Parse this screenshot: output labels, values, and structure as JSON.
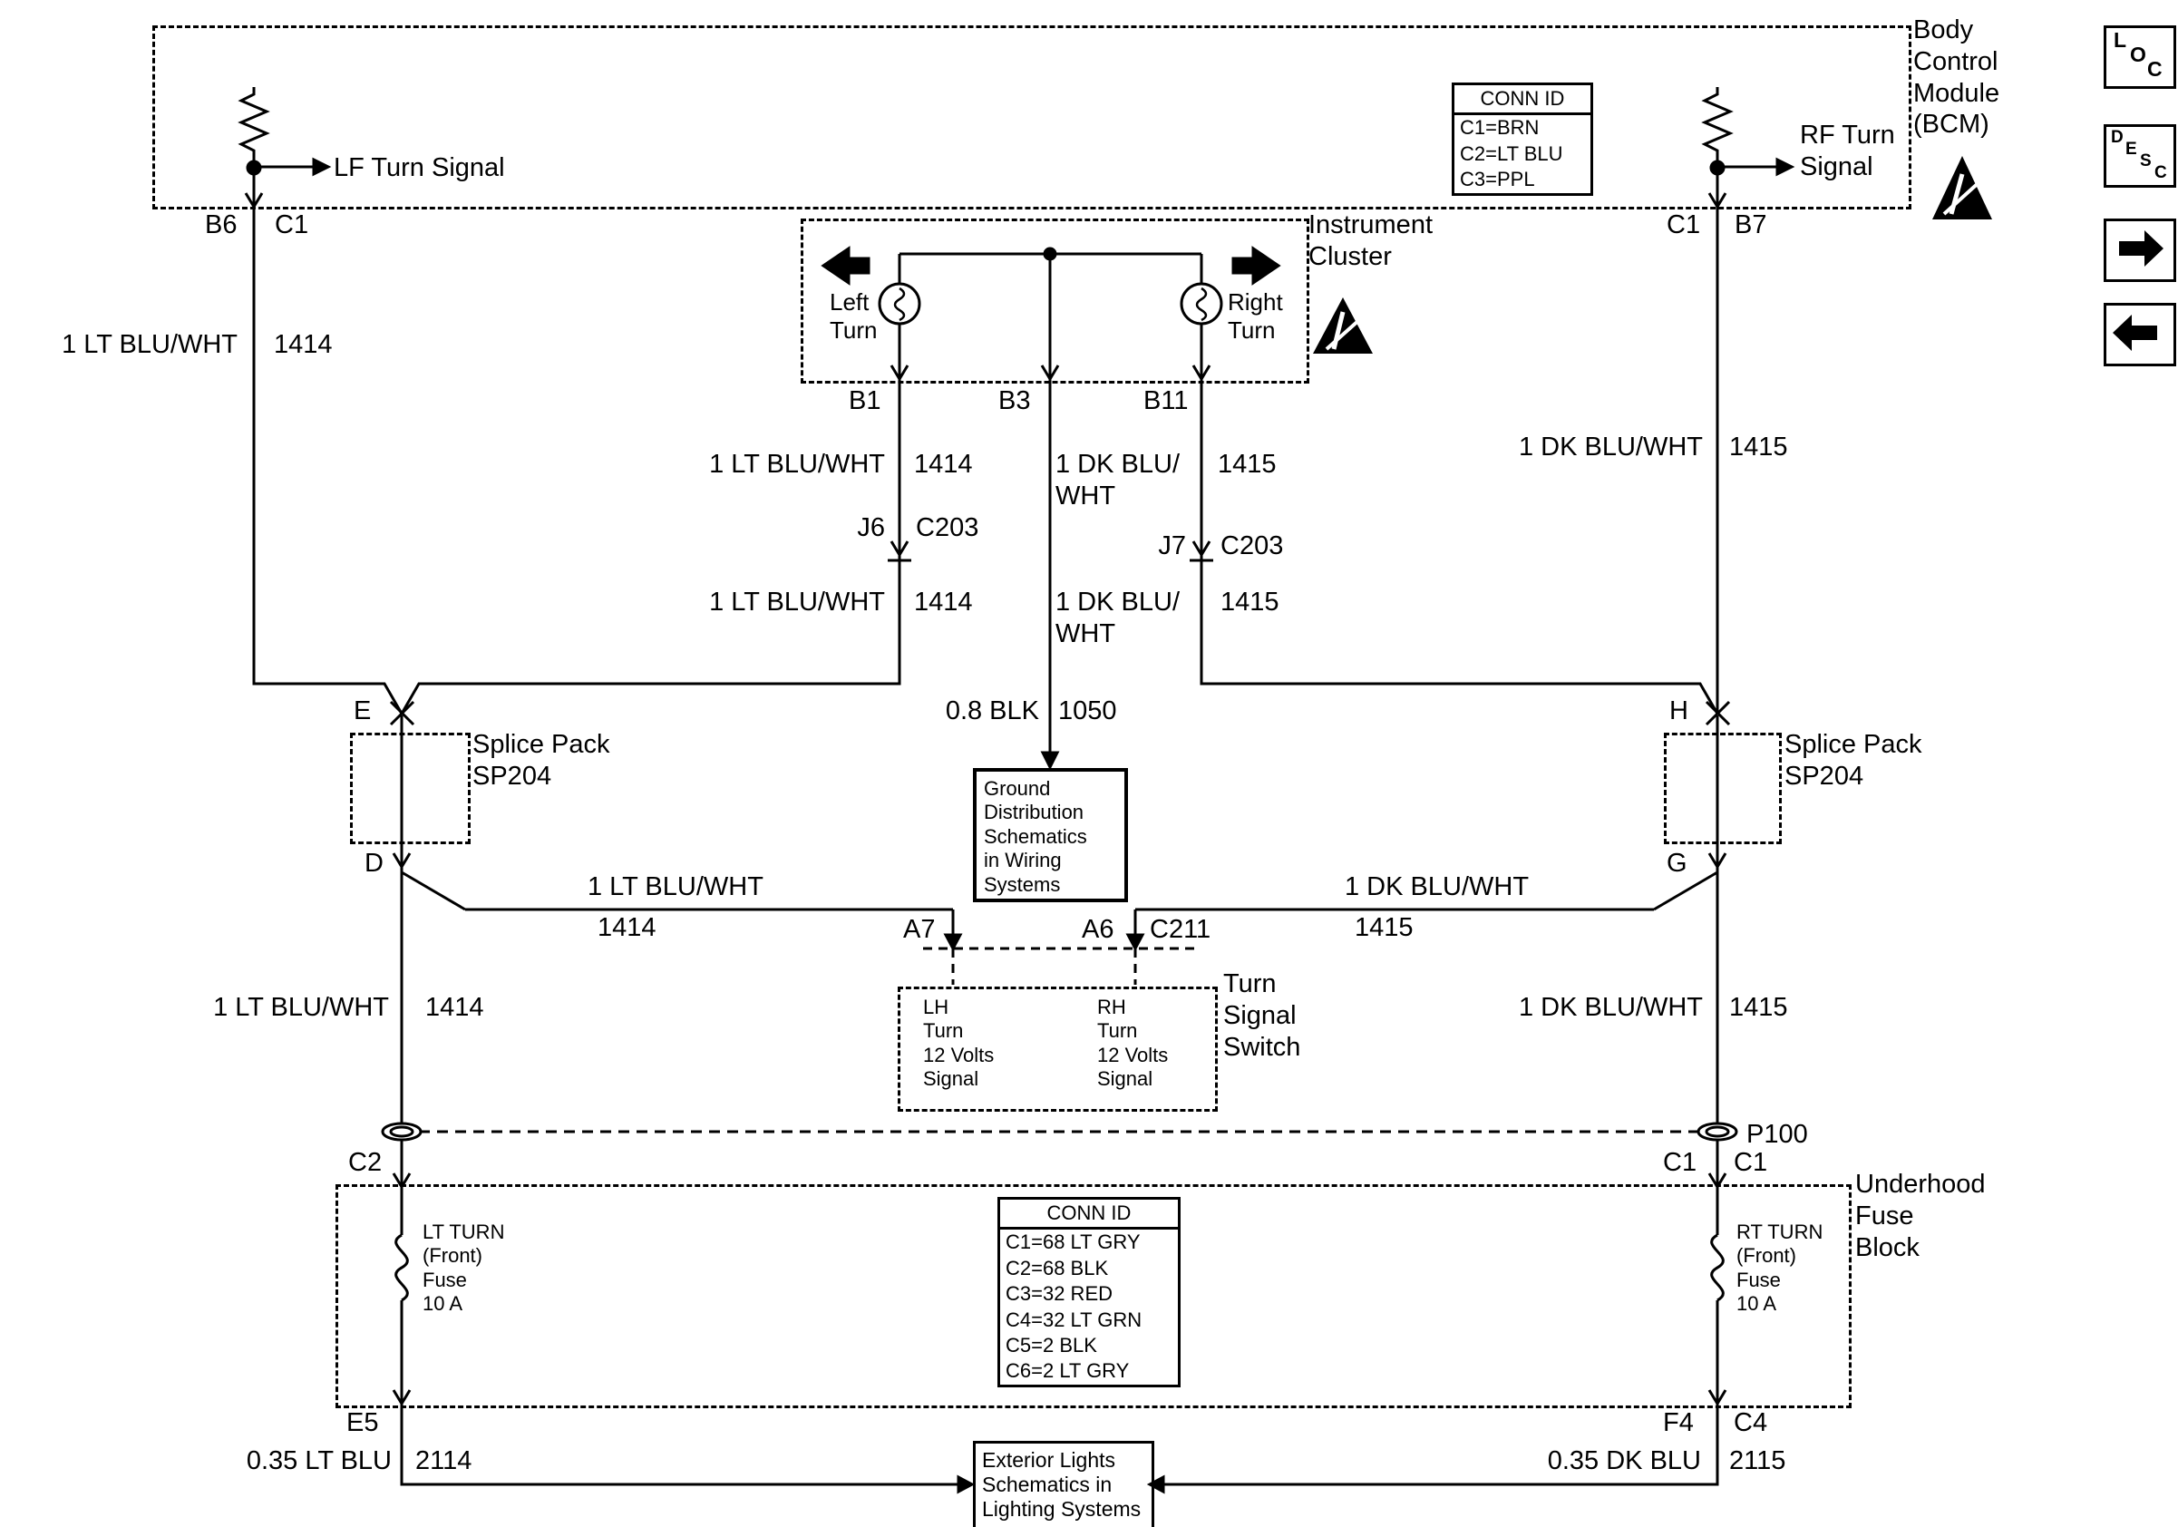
{
  "bcm": {
    "label": "Body\nControl\nModule\n(BCM)",
    "lf_output": "LF Turn Signal",
    "rf_output": "RF Turn\nSignal",
    "conn_id": {
      "header": "CONN ID",
      "rows": [
        "C1=BRN",
        "C2=LT BLU",
        "C3=PPL"
      ]
    },
    "pins": {
      "left_pin": "B6",
      "left_conn": "C1",
      "right_conn": "C1",
      "right_pin": "B7"
    }
  },
  "nav": {
    "loc": [
      "L",
      "O",
      "C"
    ],
    "desc": [
      "D",
      "E",
      "S",
      "C"
    ]
  },
  "cluster": {
    "label": "Instrument\nCluster",
    "left_turn": "Left\nTurn",
    "right_turn": "Right\nTurn",
    "pins": {
      "b1": "B1",
      "b3": "B3",
      "b11": "B11"
    }
  },
  "wires": {
    "left_top": {
      "label": "1 LT BLU/WHT",
      "circuit": "1414"
    },
    "b1_upper": {
      "label": "1 LT BLU/WHT",
      "circuit": "1414"
    },
    "b1_lower": {
      "label": "1 LT BLU/WHT",
      "circuit": "1414"
    },
    "b11_upper": {
      "label": "1 DK BLU/\nWHT",
      "circuit": "1415"
    },
    "b11_lower": {
      "label": "1 DK BLU/\nWHT",
      "circuit": "1415"
    },
    "right_top": {
      "label": "1 DK BLU/WHT",
      "circuit": "1415"
    },
    "ground": {
      "label": "0.8 BLK",
      "circuit": "1050"
    },
    "run_left": {
      "label": "1 LT BLU/WHT",
      "circuit": "1414"
    },
    "run_right": {
      "label": "1 DK BLU/WHT",
      "circuit": "1415"
    },
    "down_left": {
      "label": "1 LT BLU/WHT",
      "circuit": "1414"
    },
    "down_right": {
      "label": "1 DK BLU/WHT",
      "circuit": "1415"
    },
    "bottom_left": {
      "label": "0.35 LT BLU",
      "circuit": "2114"
    },
    "bottom_right": {
      "label": "0.35 DK BLU",
      "circuit": "2115"
    }
  },
  "connectors": {
    "j6": "J6",
    "c203_left": "C203",
    "j7": "J7",
    "c203_right": "C203",
    "e": "E",
    "d": "D",
    "h": "H",
    "g": "G",
    "a7": "A7",
    "a6": "A6",
    "c211": "C211",
    "p100": "P100",
    "c2": "C2",
    "p100_c1_left": "C1",
    "p100_c1_right": "C1",
    "e5": "E5",
    "f4": "F4",
    "c4": "C4"
  },
  "splice_left": "Splice Pack\nSP204",
  "splice_right": "Splice Pack\nSP204",
  "ground_box": "Ground\nDistribution\nSchematics\nin Wiring\nSystems",
  "turn_signal_switch": {
    "label": "Turn\nSignal\nSwitch",
    "lh": "LH\nTurn\n12 Volts\nSignal",
    "rh": "RH\nTurn\n12 Volts\nSignal"
  },
  "fuse_block": {
    "label": "Underhood\nFuse\nBlock",
    "lt_fuse": "LT TURN\n(Front)\nFuse\n10 A",
    "rt_fuse": "RT TURN\n(Front)\nFuse\n10 A",
    "conn_id": {
      "header": "CONN ID",
      "rows": [
        "C1=68 LT GRY",
        "C2=68 BLK",
        "C3=32 RED",
        "C4=32 LT GRN",
        "C5=2 BLK",
        "C6=2 LT GRY"
      ]
    }
  },
  "exterior_box": "Exterior Lights\nSchematics in\nLighting Systems",
  "colors": {
    "wire": "#000000",
    "background": "#ffffff"
  }
}
